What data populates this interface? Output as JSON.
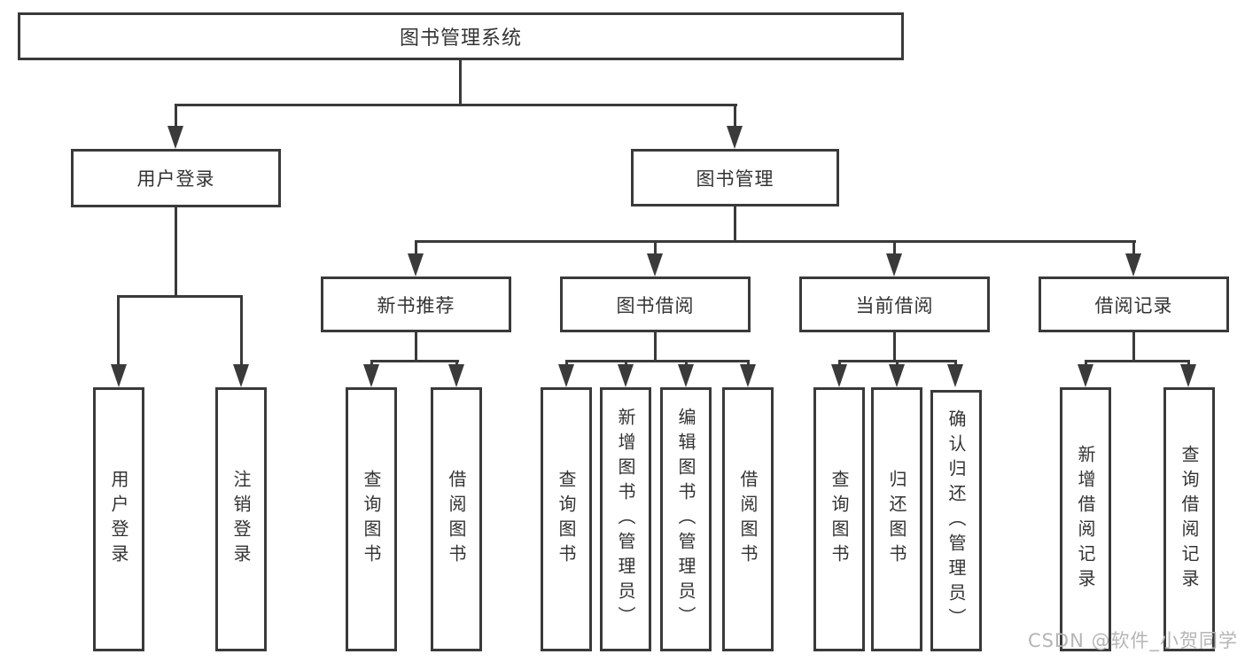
{
  "diagram_title": "图书管理系统",
  "watermark": "CSDN @软件_小贺同学",
  "colors": {
    "line": "#3a3a3a",
    "text": "#333333",
    "watermark": "#b5b5b5",
    "background": "#ffffff"
  },
  "tree": {
    "root": "图书管理系统",
    "children": [
      {
        "label": "用户登录",
        "children": [
          "用户登录",
          "注销登录"
        ]
      },
      {
        "label": "图书管理",
        "children": [
          {
            "label": "新书推荐",
            "children": [
              "查询图书",
              "借阅图书"
            ]
          },
          {
            "label": "图书借阅",
            "children": [
              "查询图书",
              "新增图书（管理员）",
              "编辑图书（管理员）",
              "借阅图书"
            ]
          },
          {
            "label": "当前借阅",
            "children": [
              "查询图书",
              "归还图书",
              "确认归还（管理员）"
            ]
          },
          {
            "label": "借阅记录",
            "children": [
              "新增借阅记录",
              "查询借阅记录"
            ]
          }
        ]
      }
    ]
  }
}
